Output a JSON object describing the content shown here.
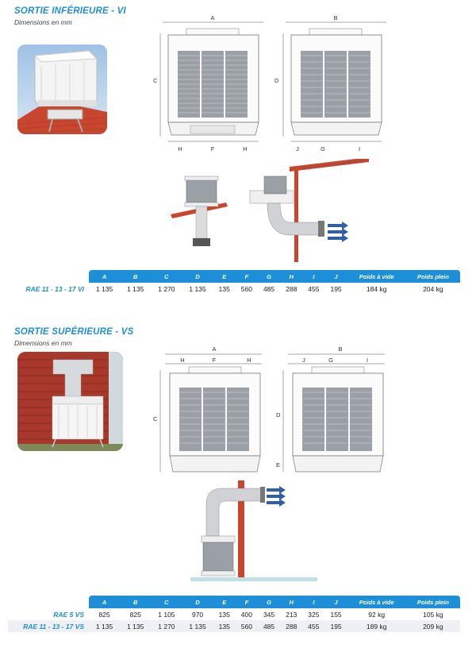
{
  "section_vi": {
    "title": "SORTIE INFÉRIEURE - VI",
    "subtitle": "Dimensions en mm",
    "dims_front": {
      "top": "A",
      "side": "C",
      "bottom_left": "H",
      "bottom_mid": "F",
      "bottom_right": "H"
    },
    "dims_side": {
      "top": "B",
      "side": "D",
      "bottom_left": "J",
      "bottom_mid": "G",
      "bottom_right": "I"
    },
    "table": {
      "headers": [
        "A",
        "B",
        "C",
        "D",
        "E",
        "F",
        "G",
        "H",
        "I",
        "J",
        "Poids à vide",
        "Poids plein"
      ],
      "rows": [
        {
          "model": "RAE 11 - 13 - 17 VI",
          "values": [
            "1 135",
            "1 135",
            "1 270",
            "1 135",
            "135",
            "560",
            "485",
            "288",
            "455",
            "195",
            "184 kg",
            "204 kg"
          ]
        }
      ]
    }
  },
  "section_vs": {
    "title": "SORTIE SUPÉRIEURE - VS",
    "subtitle": "Dimensions en mm",
    "dims_front": {
      "top": "A",
      "side": "C",
      "top_left": "H",
      "top_mid": "F",
      "top_right": "H"
    },
    "dims_side": {
      "top": "B",
      "side_upper": "D",
      "side_lower": "E",
      "top_left": "J",
      "top_mid": "G",
      "top_right": "I"
    },
    "table": {
      "headers": [
        "A",
        "B",
        "C",
        "D",
        "E",
        "F",
        "G",
        "H",
        "I",
        "J",
        "Poids à vide",
        "Poids plein"
      ],
      "rows": [
        {
          "model": "RAE 5 VS",
          "values": [
            "825",
            "825",
            "1 105",
            "970",
            "135",
            "400",
            "345",
            "213",
            "325",
            "155",
            "92 kg",
            "105 kg"
          ]
        },
        {
          "model": "RAE 11 - 13 - 17 VS",
          "values": [
            "1 135",
            "1 135",
            "1 270",
            "1 135",
            "135",
            "560",
            "485",
            "288",
            "455",
            "195",
            "189 kg",
            "209 kg"
          ]
        }
      ]
    }
  },
  "colors": {
    "accent": "#1d8fd8",
    "brick": "#b23a2a",
    "roof": "#c9462e",
    "arrow": "#2f5fa8"
  }
}
